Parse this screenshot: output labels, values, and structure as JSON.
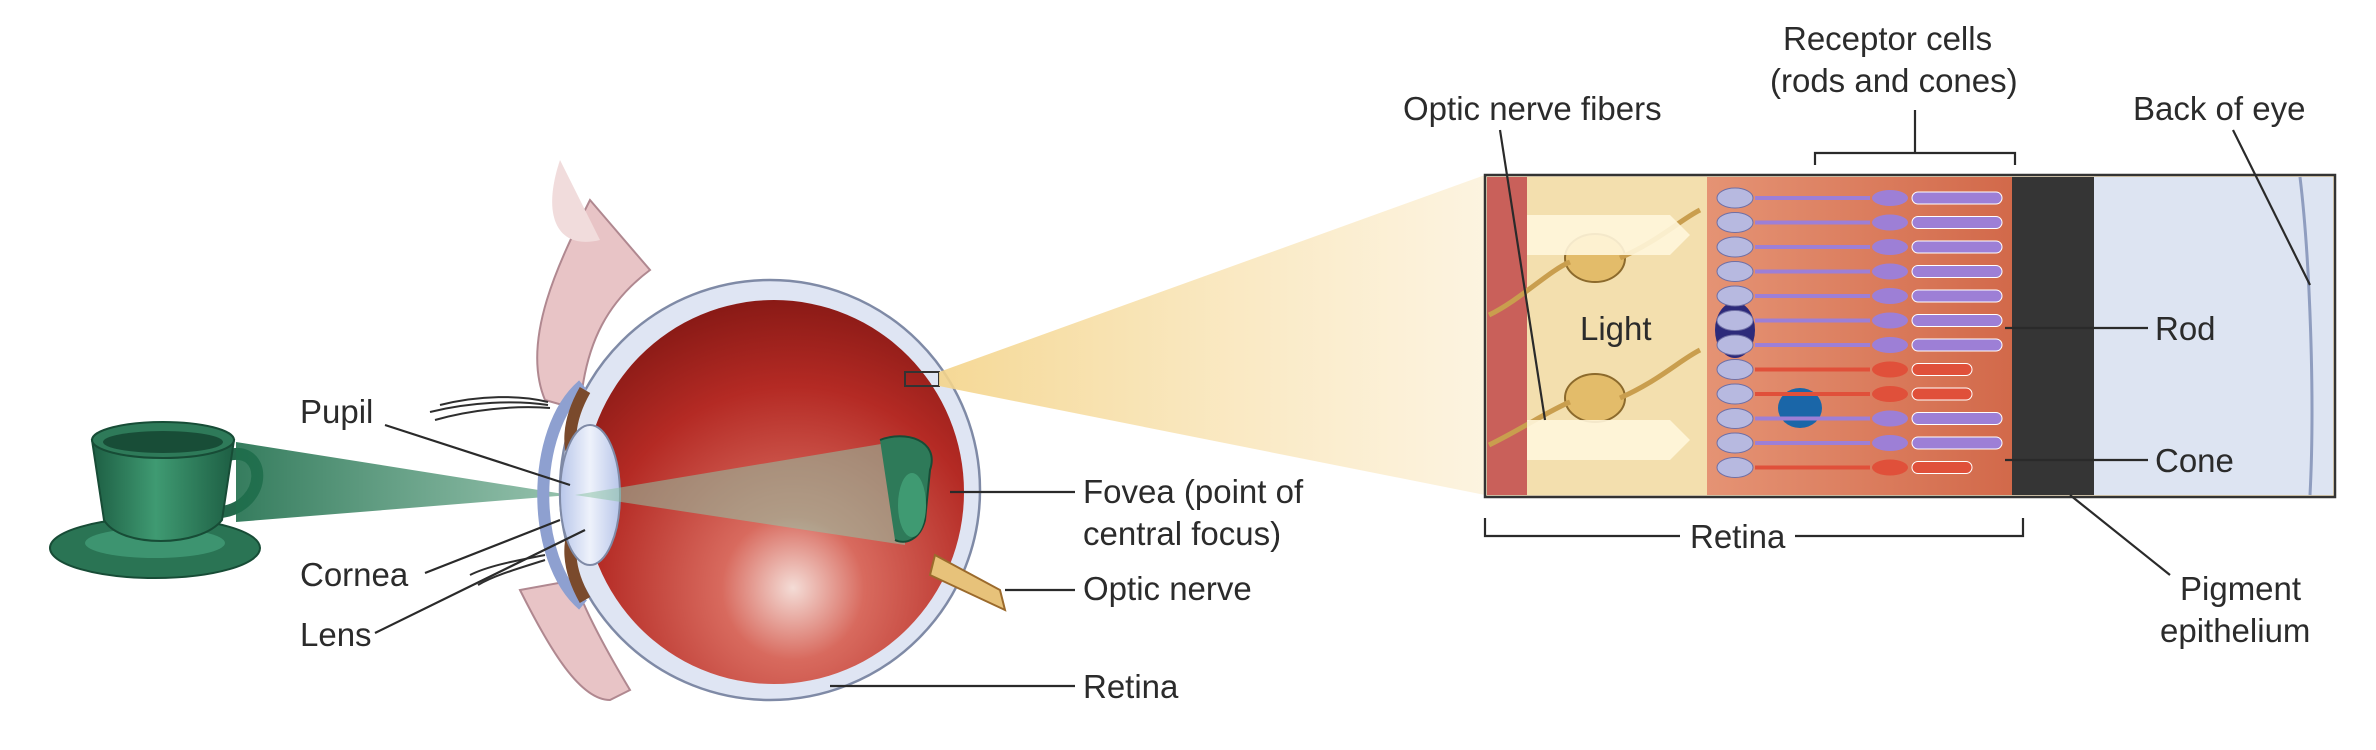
{
  "eye_labels": {
    "pupil": "Pupil",
    "cornea": "Cornea",
    "lens": "Lens",
    "fovea_line1": "Fovea (point of",
    "fovea_line2": "central focus)",
    "optic_nerve": "Optic nerve",
    "retina": "Retina"
  },
  "inset_labels": {
    "optic_nerve_fibers": "Optic nerve fibers",
    "receptor_cells_line1": "Receptor cells",
    "receptor_cells_line2": "(rods and cones)",
    "back_of_eye": "Back of eye",
    "light": "Light",
    "rod": "Rod",
    "cone": "Cone",
    "retina": "Retina",
    "pigment_epithelium_line1": "Pigment",
    "pigment_epithelium_line2": "epithelium"
  },
  "colors": {
    "eyeball": "#b42a24",
    "sclera": "#d9dfee",
    "cup": "#2f7a5a",
    "projection_cone": "#f6dca0",
    "retina_tissue": "#d97a5a",
    "pigment_layer": "#353535",
    "back_of_eye": "#dde4f2",
    "rod": "#9d7fd6",
    "cone": "#e0503a",
    "nerve_fiber": "#d7b46a"
  }
}
